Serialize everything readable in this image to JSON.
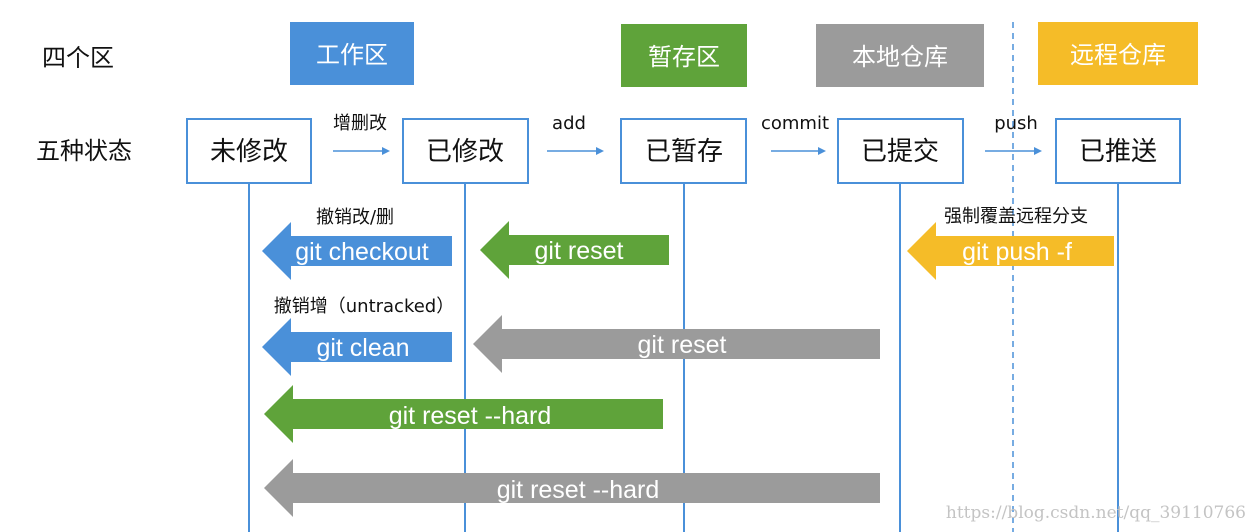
{
  "row_labels": {
    "areas": "四个区",
    "states": "五种状态"
  },
  "areas": [
    {
      "label": "工作区",
      "color": "#4a90d9"
    },
    {
      "label": "暂存区",
      "color": "#5fa33a"
    },
    {
      "label": "本地仓库",
      "color": "#9b9b9b"
    },
    {
      "label": "远程仓库",
      "color": "#f5bc28"
    }
  ],
  "states": [
    "未修改",
    "已修改",
    "已暂存",
    "已提交",
    "已推送"
  ],
  "transitions": [
    "增删改",
    "add",
    "commit",
    "push"
  ],
  "commands": [
    {
      "label": "git checkout",
      "caption": "撤销改/删",
      "color": "#4a90d9"
    },
    {
      "label": "git reset",
      "caption": "",
      "color": "#5fa33a"
    },
    {
      "label": "git push -f",
      "caption": "强制覆盖远程分支",
      "color": "#f5bc28"
    },
    {
      "label": "git clean",
      "caption": "撤销增（untracked）",
      "color": "#4a90d9"
    },
    {
      "label": "git reset",
      "caption": "",
      "color": "#9b9b9b"
    },
    {
      "label": "git reset --hard",
      "caption": "",
      "color": "#5fa33a"
    },
    {
      "label": "git reset --hard",
      "caption": "",
      "color": "#9b9b9b"
    }
  ],
  "watermark": "https://blog.csdn.net/qq_39110766",
  "colors": {
    "line": "#4a90d9",
    "box_border": "#4a90d9"
  }
}
